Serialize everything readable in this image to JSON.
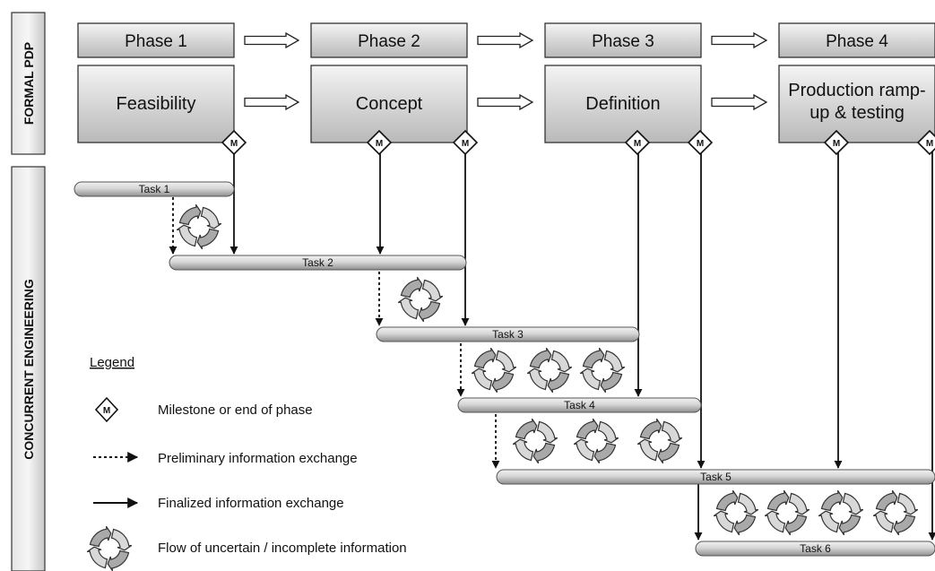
{
  "bands": {
    "formal": "FORMAL PDP",
    "concurrent": "CONCURRENT ENGINEERING"
  },
  "phases": [
    "Phase 1",
    "Phase 2",
    "Phase 3",
    "Phase 4"
  ],
  "stages": [
    "Feasibility",
    "Concept",
    "Definition",
    [
      "Production ramp-",
      "up & testing"
    ]
  ],
  "tasks": [
    "Task 1",
    "Task 2",
    "Task 3",
    "Task 4",
    "Task 5",
    "Task 6"
  ],
  "milestone_label": "M",
  "legend": {
    "title": "Legend",
    "milestone": "Milestone or end of phase",
    "preliminary": "Preliminary information exchange",
    "finalized": "Finalized information exchange",
    "uncertain": "Flow of uncertain / incomplete information"
  }
}
